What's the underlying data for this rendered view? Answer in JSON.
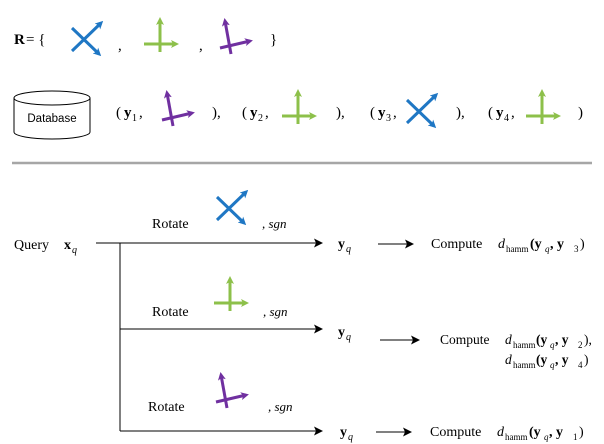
{
  "set": {
    "label": "R",
    "equals": " = {",
    "sep1": ",",
    "sep2": ",",
    "close": "}"
  },
  "database": {
    "label": "Database",
    "entries": [
      {
        "open": "(",
        "var": "y",
        "sub": "1",
        "comma": ",",
        "close": "),",
        "icon": "purple-axes-icon"
      },
      {
        "open": "(",
        "var": "y",
        "sub": "2",
        "comma": ",",
        "close": "),",
        "icon": "green-axes-icon"
      },
      {
        "open": "(",
        "var": "y",
        "sub": "3",
        "comma": ",",
        "close": "),",
        "icon": "blue-axes-icon"
      },
      {
        "open": "(",
        "var": "y",
        "sub": "4",
        "comma": ",",
        "close": ")",
        "icon": "green-axes-icon"
      }
    ]
  },
  "query": {
    "label": "Query ",
    "var": "x",
    "sub": "q"
  },
  "branches": [
    {
      "rotate_label": "Rotate",
      "icon": "blue-axes-icon",
      "sgn_label": ", sgn",
      "out_var": "y",
      "out_sub": "q",
      "arrow": "⟶",
      "compute_lines": [
        {
          "text": "Compute ",
          "d": "d",
          "dsub": "hamm",
          "args": "(y",
          "a1": "q",
          "mid": " , y",
          "a2": "3",
          "end": ")"
        }
      ]
    },
    {
      "rotate_label": "Rotate",
      "icon": "green-axes-icon",
      "sgn_label": ", sgn",
      "out_var": "y",
      "out_sub": "q",
      "arrow": "⟶",
      "compute_lines": [
        {
          "text": "Compute ",
          "d": "d",
          "dsub": "hamm",
          "args": "(y",
          "a1": "q",
          "mid": " , y",
          "a2": "2",
          "end": "),"
        },
        {
          "text": "",
          "d": "d",
          "dsub": "hamm",
          "args": "(y",
          "a1": "q",
          "mid": " , y",
          "a2": "4",
          "end": ")"
        }
      ]
    },
    {
      "rotate_label": "Rotate",
      "icon": "purple-axes-icon",
      "sgn_label": ", sgn",
      "out_var": "y",
      "out_sub": "q",
      "arrow": "⟶",
      "compute_lines": [
        {
          "text": "Compute ",
          "d": "d",
          "dsub": "hamm",
          "args": "(y",
          "a1": "q",
          "mid": " , y",
          "a2": "1",
          "end": ")"
        }
      ]
    }
  ],
  "colors": {
    "blue": "#1f77c4",
    "green": "#8dc04a",
    "purple": "#7030a0",
    "divider": "#a6a6a6",
    "line": "#000000"
  }
}
